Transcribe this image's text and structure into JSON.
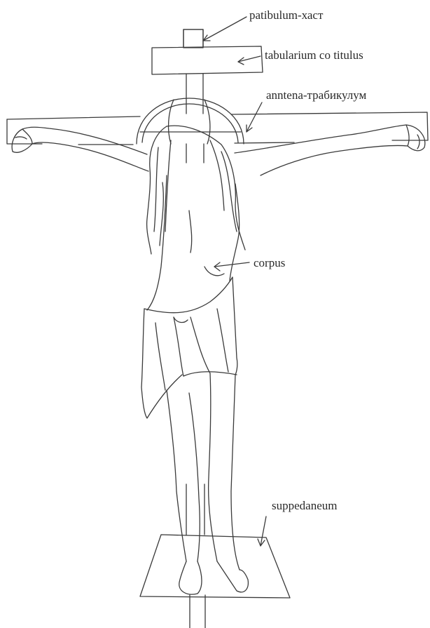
{
  "labels": {
    "patibulum": "patibulum-хаст",
    "tabularium": "tabularium co titulus",
    "antenna": "anntena-трабикулум",
    "corpus": "corpus",
    "suppedaneum": "suppedaneum"
  },
  "colors": {
    "line": "#3a3a3a",
    "label": "#2a2a2a",
    "background": "#ffffff"
  }
}
